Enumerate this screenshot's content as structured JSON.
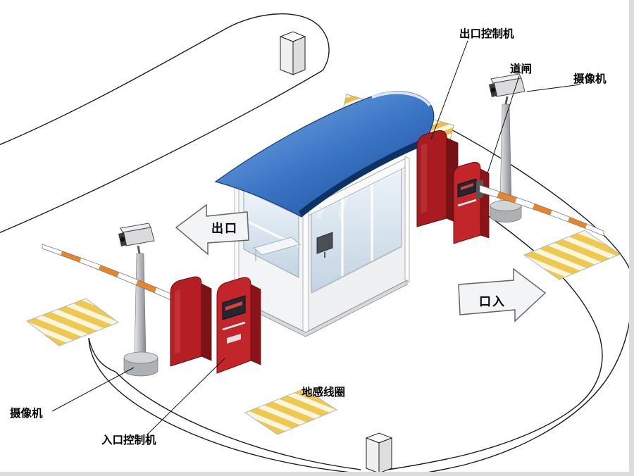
{
  "labels": {
    "exit_controller": "出口控制机",
    "barrier_gate": "道闸",
    "camera_right": "摄像机",
    "camera_left": "摄像机",
    "entrance_controller": "入口控制机",
    "ground_loop": "地感线圈"
  },
  "arrows": {
    "exit": "出口",
    "entrance": "口入"
  },
  "colors": {
    "roof_blue": "#2b62b4",
    "machine_red": "#b51e23",
    "barrier_stripe_orange": "#e8852a",
    "ground_loop_yellow": "#edc94f"
  }
}
